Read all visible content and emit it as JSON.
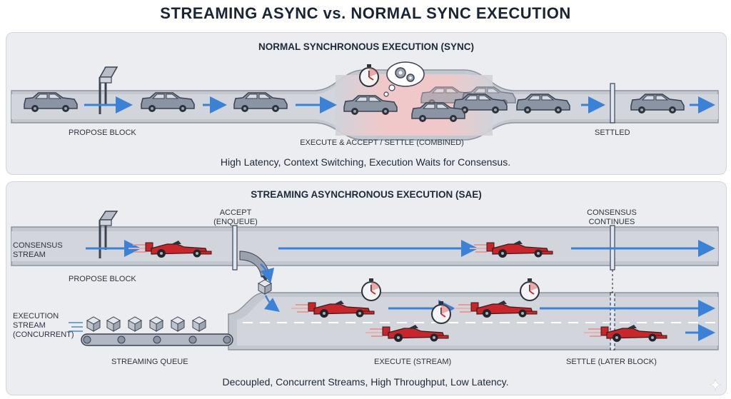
{
  "title": "STREAMING ASYNC vs. NORMAL SYNC EXECUTION",
  "sync": {
    "title": "NORMAL SYNCHRONOUS EXECUTION (SYNC)",
    "label_propose": "PROPOSE BLOCK",
    "label_execute": "EXECUTE & ACCEPT / SETTLE (COMBINED)",
    "label_settled": "SETTLED",
    "summary": "High Latency, Context Switching, Execution Waits for Consensus."
  },
  "sae": {
    "title": "STREAMING ASYNCHRONOUS EXECUTION (SAE)",
    "label_accept": "ACCEPT\n(ENQUEUE)",
    "label_consensus_continues": "CONSENSUS\nCONTINUES",
    "label_consensus_stream": "CONSENSUS\nSTREAM",
    "label_propose": "PROPOSE BLOCK",
    "label_execution_stream": "EXECUTION\nSTREAM\n(CONCURRENT)",
    "label_streaming_queue": "STREAMING QUEUE",
    "label_execute_stream": "EXECUTE (STREAM)",
    "label_settle": "SETTLE (LATER BLOCK)",
    "summary": "Decoupled, Concurrent Streams, High Throughput, Low Latency."
  },
  "colors": {
    "arrow": "#3b82d6",
    "car_sedan": "#8a94a3",
    "car_race": "#c8262b",
    "road": "#b9bec7",
    "congestion": "#f2c9c9"
  },
  "icons": [
    "stopwatch-icon",
    "gears-thought-icon",
    "gantry-icon",
    "cube-icon",
    "watermark-sparkle-icon"
  ]
}
